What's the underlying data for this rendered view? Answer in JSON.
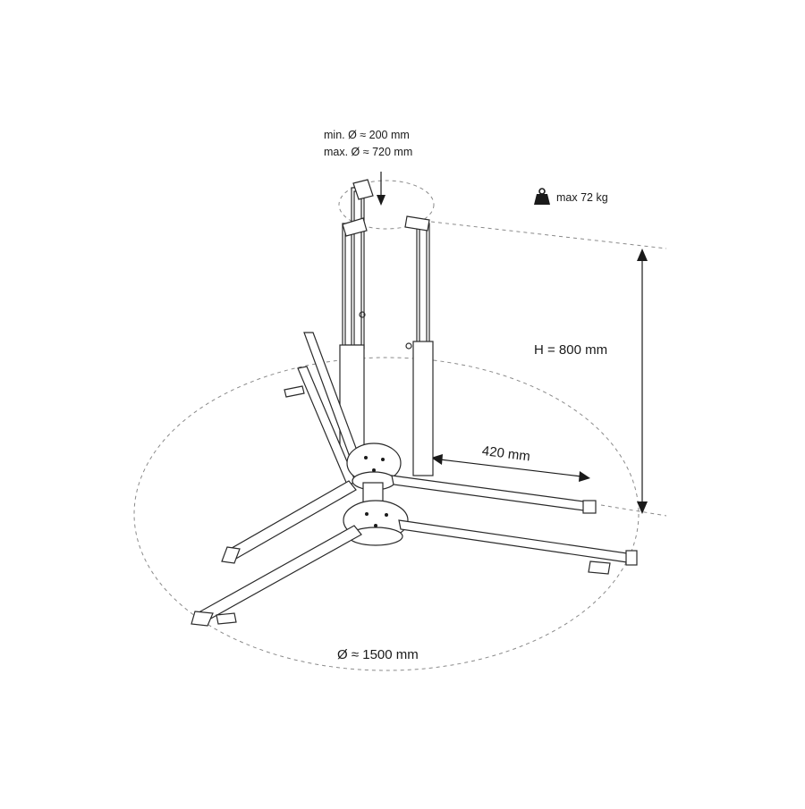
{
  "labels": {
    "min_diameter": "min. Ø ≈ 200 mm",
    "max_diameter": "max. Ø ≈ 720 mm",
    "max_weight": "max 72 kg",
    "height": "H = 800 mm",
    "arm_length": "420 mm",
    "base_diameter": "Ø ≈ 1500 mm"
  },
  "icons": {
    "weight": "weight-icon"
  }
}
